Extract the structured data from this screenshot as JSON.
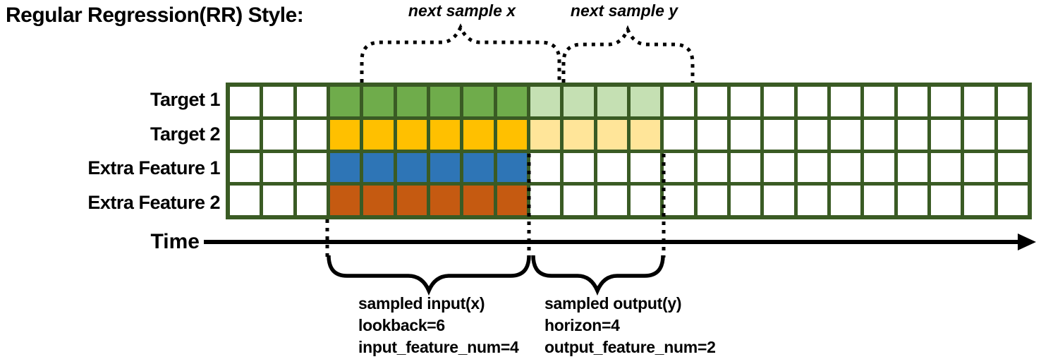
{
  "title": "Regular Regression(RR) Style:",
  "time_label": "Time",
  "annotations": {
    "next_sample_x": "next sample x",
    "next_sample_y": "next sample y",
    "input_block": [
      "sampled input(x)",
      "lookback=6",
      "input_feature_num=4"
    ],
    "output_block": [
      "sampled output(y)",
      "horizon=4",
      "output_feature_num=2"
    ]
  },
  "grid": {
    "columns": 24,
    "rows": [
      {
        "label": "Target 1",
        "segments": [
          {
            "count": 3,
            "color": "white"
          },
          {
            "count": 6,
            "color": "green"
          },
          {
            "count": 4,
            "color": "green_light"
          },
          {
            "count": 11,
            "color": "white"
          }
        ]
      },
      {
        "label": "Target 2",
        "segments": [
          {
            "count": 3,
            "color": "white"
          },
          {
            "count": 6,
            "color": "gold"
          },
          {
            "count": 4,
            "color": "gold_light"
          },
          {
            "count": 11,
            "color": "white"
          }
        ]
      },
      {
        "label": "Extra Feature 1",
        "segments": [
          {
            "count": 3,
            "color": "white"
          },
          {
            "count": 6,
            "color": "blue"
          },
          {
            "count": 15,
            "color": "white"
          }
        ]
      },
      {
        "label": "Extra Feature 2",
        "segments": [
          {
            "count": 3,
            "color": "white"
          },
          {
            "count": 6,
            "color": "orange"
          },
          {
            "count": 15,
            "color": "white"
          }
        ]
      }
    ],
    "regions": {
      "input_columns": "4-9",
      "output_columns": "10-13"
    }
  },
  "colors": {
    "white": "#FFFFFF",
    "green": "#6FAC4B",
    "green_light": "#C5E0B3",
    "gold": "#FFC000",
    "gold_light": "#FFE599",
    "blue": "#2E75B6",
    "orange": "#C55A11",
    "grid_border": "#3A5B24",
    "ink": "#000000"
  }
}
